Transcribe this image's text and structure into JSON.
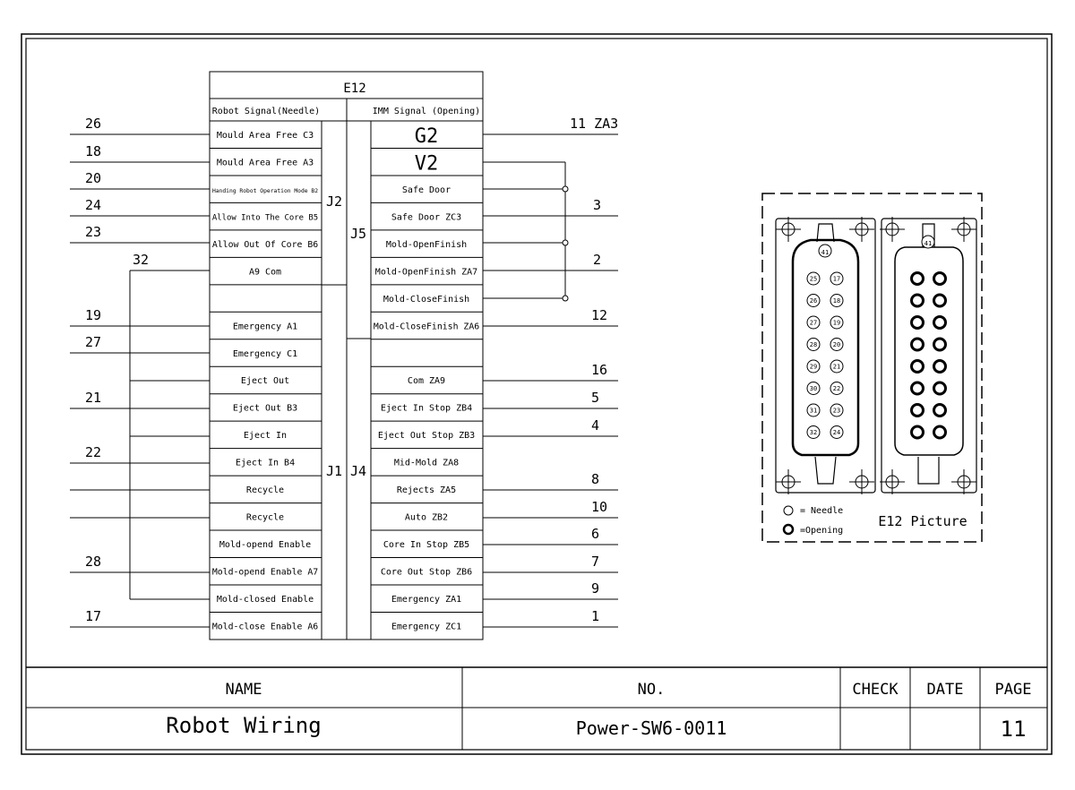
{
  "connector_title": "E12",
  "left_header": "Robot Signal(Needle)",
  "right_header": "IMM Signal (Opening)",
  "groups": {
    "j1": "J1",
    "j2": "J2",
    "j4": "J4",
    "j5": "J5"
  },
  "left_cells": [
    "Mould Area Free C3",
    "Mould Area Free A3",
    "Handing Robot Operation Mode B2",
    "Allow Into The Core B5",
    "Allow Out Of Core B6",
    "A9 Com",
    "",
    "Emergency A1",
    "Emergency C1",
    "Eject Out",
    "Eject Out B3",
    "Eject In",
    "Eject In B4",
    "Recycle",
    "Recycle",
    "Mold-opend Enable",
    "Mold-opend Enable A7",
    "Mold-closed Enable",
    "Mold-close Enable A6"
  ],
  "right_cells": [
    "G2",
    "V2",
    "Safe Door",
    "Safe Door ZC3",
    "Mold-OpenFinish",
    "Mold-OpenFinish ZA7",
    "Mold-CloseFinish",
    "Mold-CloseFinish ZA6",
    "",
    "Com ZA9",
    "Eject In Stop ZB4",
    "Eject Out Stop ZB3",
    "Mid-Mold ZA8",
    "Rejects ZA5",
    "Auto ZB2",
    "Core In Stop ZB5",
    "Core Out Stop ZB6",
    "Emergency ZA1",
    "Emergency ZC1"
  ],
  "left_wire_numbers": [
    "26",
    "18",
    "20",
    "24",
    "23",
    "32",
    "19",
    "27",
    "21",
    "22",
    "28",
    "17"
  ],
  "right_wire_numbers": [
    "11 ZA3",
    "3",
    "2",
    "12",
    "16",
    "5",
    "4",
    "8",
    "10",
    "6",
    "7",
    "9",
    "1"
  ],
  "picture": {
    "caption": "E12  Picture",
    "legend_needle": "= Needle",
    "legend_opening": "=Opening",
    "left_pins": [
      [
        "25",
        "17"
      ],
      [
        "26",
        "18"
      ],
      [
        "27",
        "19"
      ],
      [
        "28",
        "20"
      ],
      [
        "29",
        "21"
      ],
      [
        "30",
        "22"
      ],
      [
        "31",
        "23"
      ],
      [
        "32",
        "24"
      ]
    ],
    "left_top_pin": "41"
  },
  "title_block": {
    "name_label": "NAME",
    "no_label": "NO.",
    "check_label": "CHECK",
    "date_label": "DATE",
    "page_label": "PAGE",
    "name_value": "Robot Wiring",
    "no_value": "Power-SW6-0011",
    "check_value": "",
    "date_value": "",
    "page_value": "11"
  }
}
